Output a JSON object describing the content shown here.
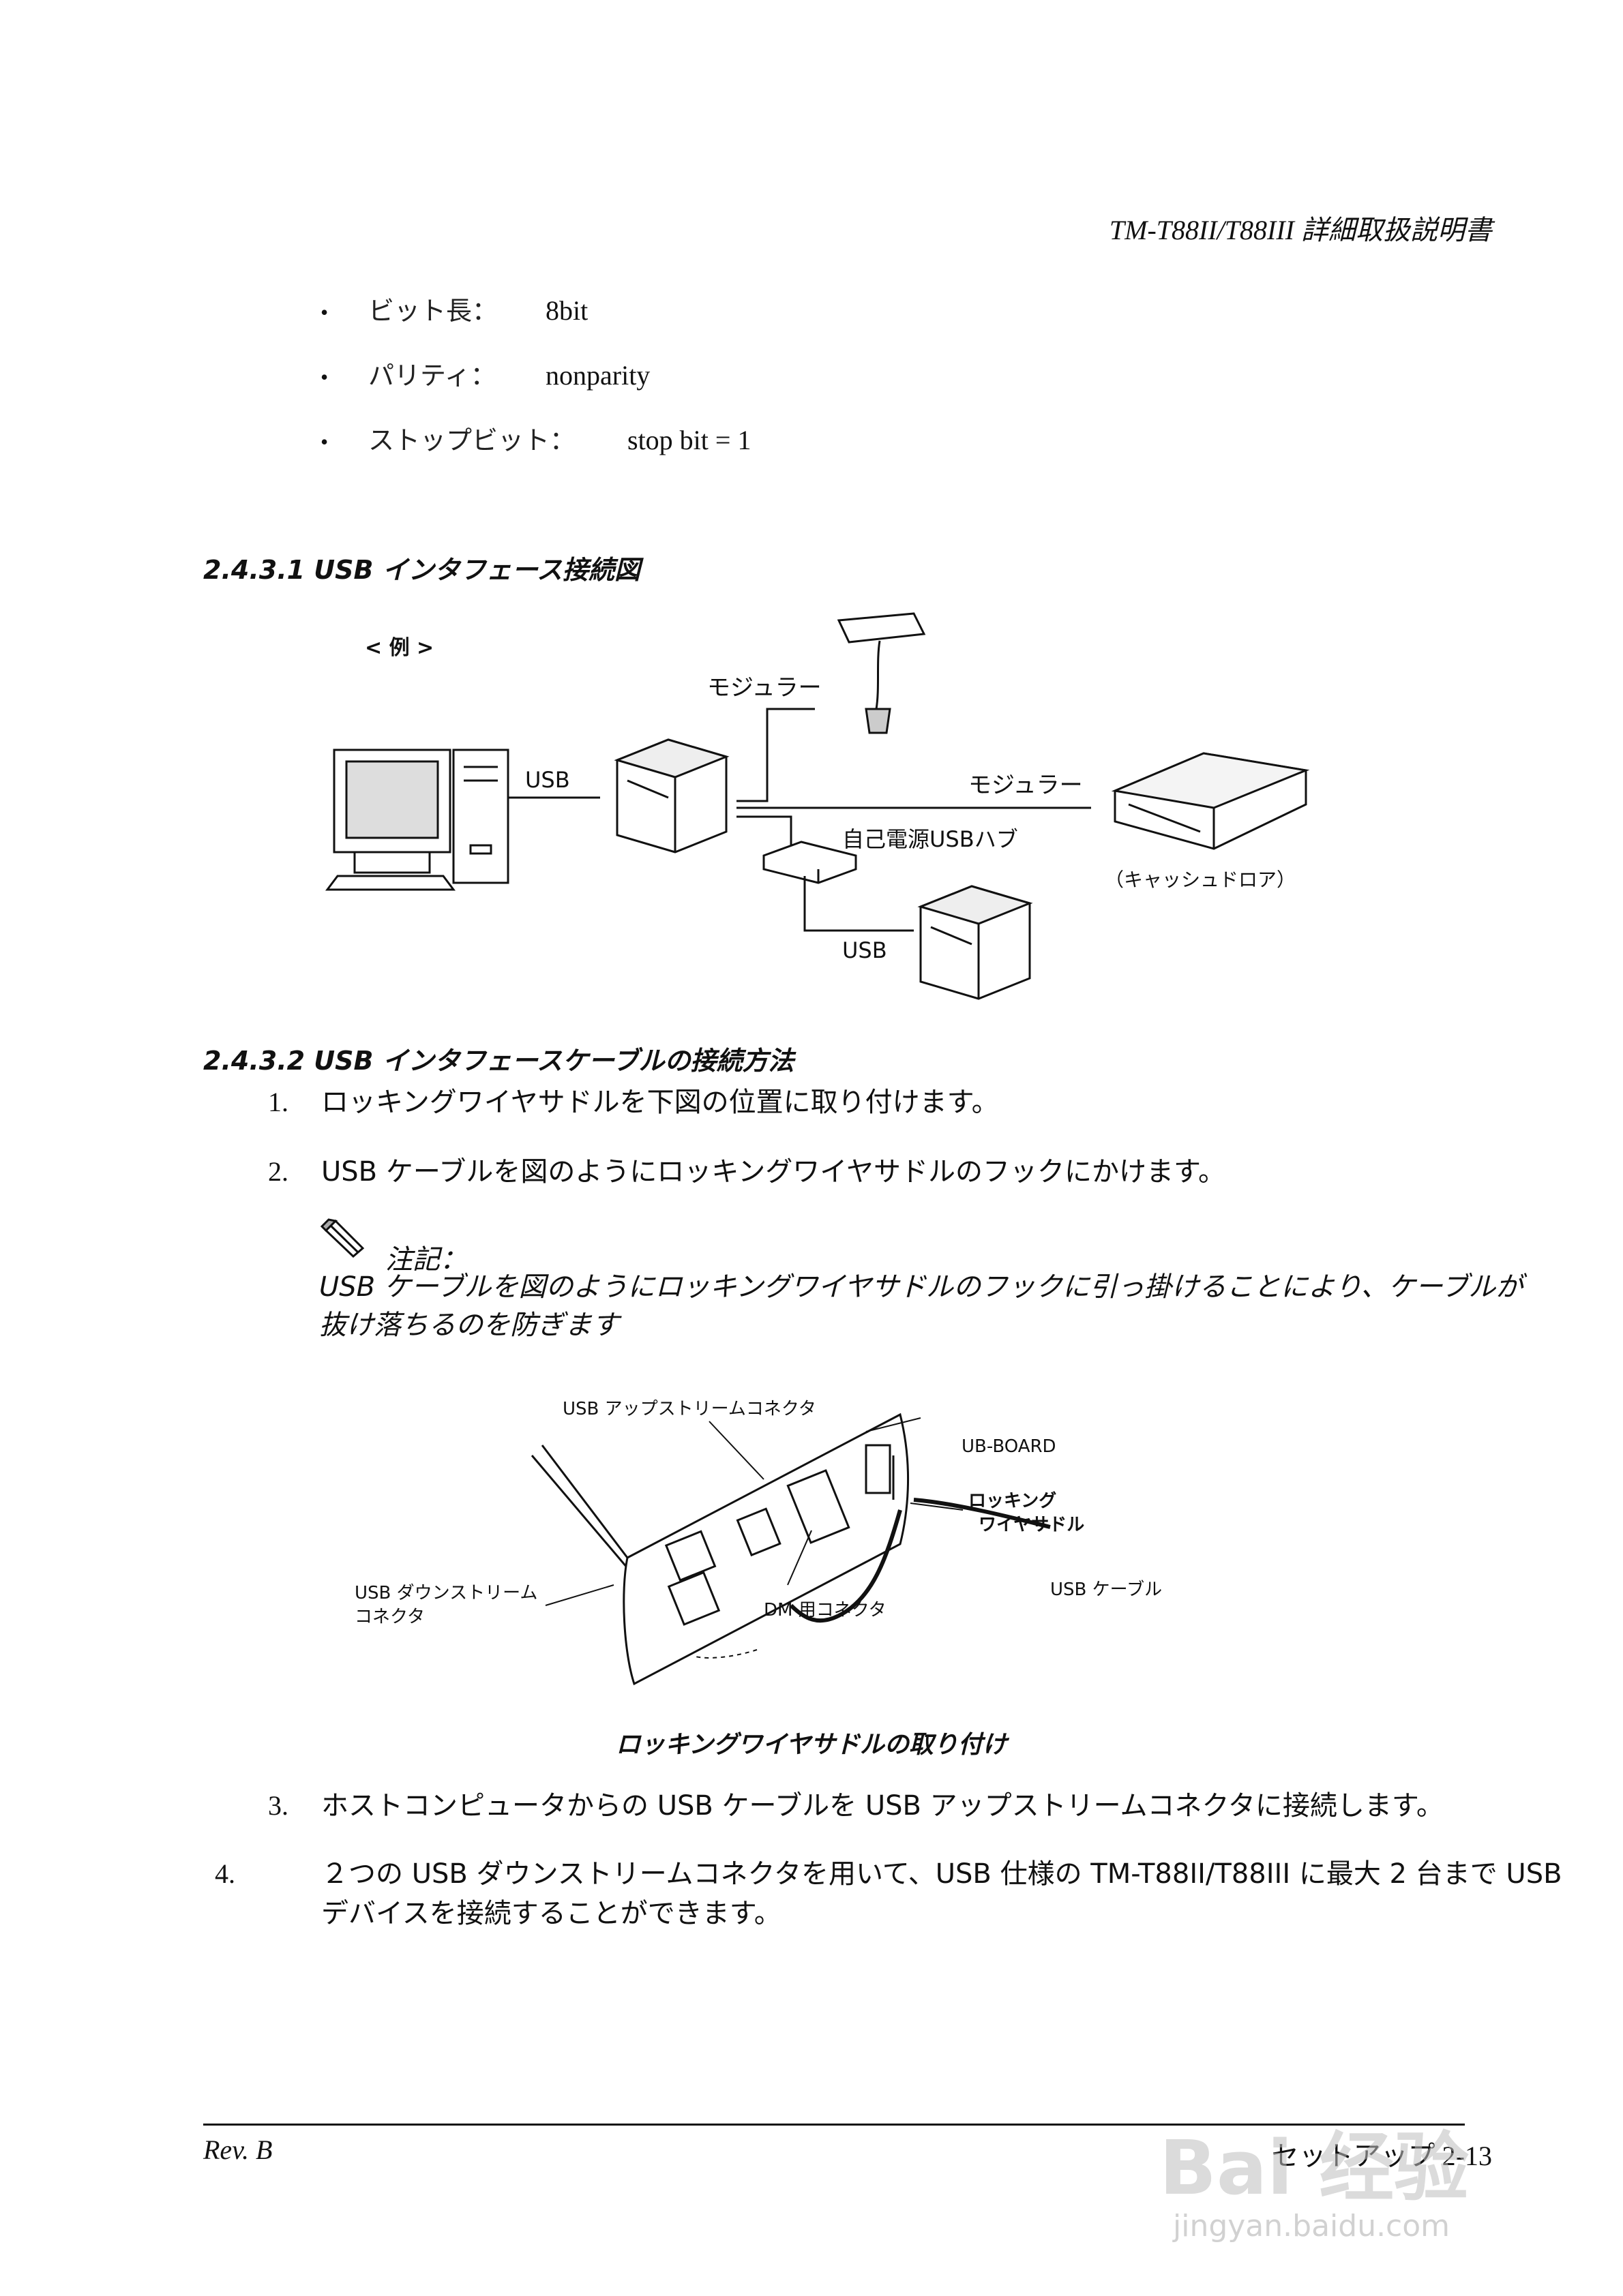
{
  "header": {
    "title": "TM-T88II/T88III 詳細取扱説明書"
  },
  "settings": [
    {
      "label": "ビット長：",
      "value": "8bit"
    },
    {
      "label": "パリティ：",
      "value": "nonparity"
    },
    {
      "label": "ストップビット：",
      "value": "stop bit = 1"
    }
  ],
  "section1": {
    "title": "2.4.3.1 USB インタフェース接続図",
    "example": "< 例 >",
    "labels": {
      "modular_top": "モジュラー",
      "usb_left": "USB",
      "modular_right": "モジュラー",
      "hub": "自己電源USBハブ",
      "drawer": "（キャッシュドロア）",
      "usb_bottom": "USB"
    }
  },
  "section2": {
    "title": "2.4.3.2 USB インタフェースケーブルの接続方法",
    "steps": [
      {
        "num": "1.",
        "text": "ロッキングワイヤサドルを下図の位置に取り付けます。"
      },
      {
        "num": "2.",
        "text": "USB ケーブルを図のようにロッキングワイヤサドルのフックにかけます。"
      }
    ],
    "note": {
      "title": "注記：",
      "body": "USB ケーブルを図のようにロッキングワイヤサドルのフックに引っ掛けることにより、ケーブルが抜け落ちるのを防ぎます"
    },
    "figure": {
      "upstream": "USB アップストリームコネクタ",
      "board": "UB-BOARD",
      "saddle_1": "ロッキング",
      "saddle_2": "ワイヤサドル",
      "downstream_1": "USB ダウンストリーム",
      "downstream_2": "コネクタ",
      "cable": "USB ケーブル",
      "dm": "DM 用コネクタ"
    },
    "caption": "ロッキングワイヤサドルの取り付け",
    "steps2": [
      {
        "num": "3.",
        "text": "ホストコンピュータからの USB ケーブルを USB アップストリームコネクタに接続します。"
      },
      {
        "num": "4.",
        "text": "２つの USB ダウンストリームコネクタを用いて、USB 仕様の TM-T88II/T88III に最大 2 台まで USB デバイスを接続することができます。"
      }
    ]
  },
  "footer": {
    "left": "Rev. B",
    "right": "セットアップ 2-13"
  },
  "watermark": {
    "main": "Bai 经验",
    "sub": "jingyan.baidu.com"
  }
}
